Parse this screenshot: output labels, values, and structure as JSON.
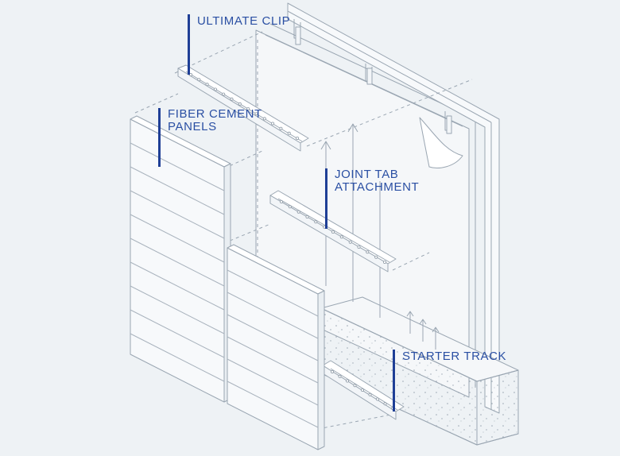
{
  "labels": {
    "ultimate_clip": "ULTIMATE CLIP",
    "fiber_cement_line1": "FIBER CEMENT",
    "fiber_cement_line2": "PANELS",
    "joint_tab_line1": "JOINT TAB",
    "joint_tab_line2": "ATTACHMENT",
    "starter_track": "STARTER TRACK"
  },
  "colors": {
    "background": "#eef2f5",
    "line": "#9aa6b2",
    "label": "#2a4fa3",
    "leader": "#1f3f96"
  }
}
